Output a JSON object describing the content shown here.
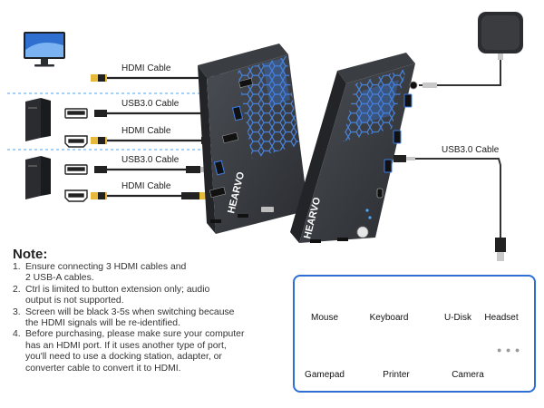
{
  "cables": {
    "hdmi_monitor": "HDMI Cable",
    "usb_pc1": "USB3.0 Cable",
    "hdmi_pc1": "HDMI Cable",
    "usb_pc2": "USB3.0 Cable",
    "hdmi_pc2": "HDMI Cable",
    "usb_hub": "USB3.0 Cable"
  },
  "brand": {
    "main": "HEARVO",
    "remote": "HEARVO"
  },
  "note": {
    "title": "Note:",
    "items": [
      {
        "num": "1.",
        "lines": [
          "Ensure connecting 3 HDMI cables and",
          "2 USB-A cables."
        ]
      },
      {
        "num": "2.",
        "lines": [
          "Ctrl is limited to button extension only; audio",
          "output is not supported."
        ]
      },
      {
        "num": "3.",
        "lines": [
          "Screen will be black 3-5s when switching because",
          "the HDMI signals will be re-identified."
        ]
      },
      {
        "num": "4.",
        "lines": [
          "Before purchasing, please make sure your computer",
          "has an HDMI port. If it uses another type of port,",
          "you'll need to use a docking station, adapter, or",
          "converter cable to convert it to HDMI."
        ]
      }
    ]
  },
  "devices": [
    {
      "label": "Mouse",
      "icon": "mouse-icon"
    },
    {
      "label": "Keyboard",
      "icon": "keyboard-icon"
    },
    {
      "label": "U-Disk",
      "icon": "usb-disk-icon"
    },
    {
      "label": "Headset",
      "icon": "headset-icon"
    },
    {
      "label": "Gamepad",
      "icon": "gamepad-icon"
    },
    {
      "label": "Printer",
      "icon": "printer-icon"
    },
    {
      "label": "Camera",
      "icon": "webcam-icon"
    }
  ],
  "more_indicator": "● ● ●",
  "colors": {
    "accent_blue": "#2e6fd6",
    "switch_body": "#3a3d42",
    "honeycomb": "#3d7ee8",
    "hdmi_gold": "#e6b93a"
  }
}
